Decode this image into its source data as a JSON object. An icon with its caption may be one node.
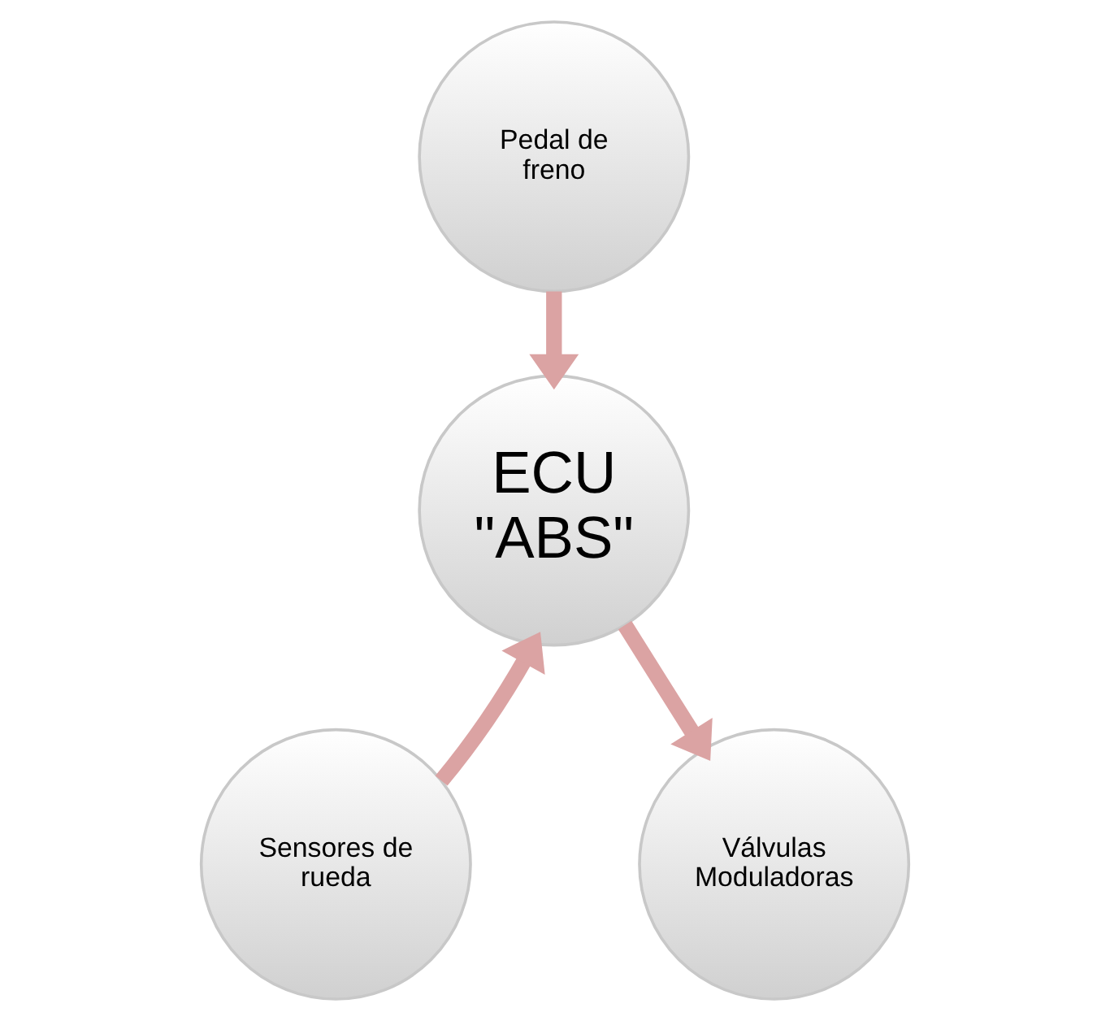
{
  "diagram": {
    "nodes": [
      {
        "text": [
          "Pedal de freno"
        ]
      },
      {
        "text": [
          "ECU \"ABS\""
        ]
      },
      {
        "text": [
          "Sensores de rueda"
        ]
      },
      {
        "text": [
          "Válvulas Moduladoras"
        ]
      }
    ],
    "edges": [
      {
        "from": 0,
        "to": 1,
        "arrow": "to"
      },
      {
        "from": 2,
        "to": 1,
        "arrow": "to"
      },
      {
        "from": 1,
        "to": 3,
        "arrow": "to"
      }
    ]
  }
}
